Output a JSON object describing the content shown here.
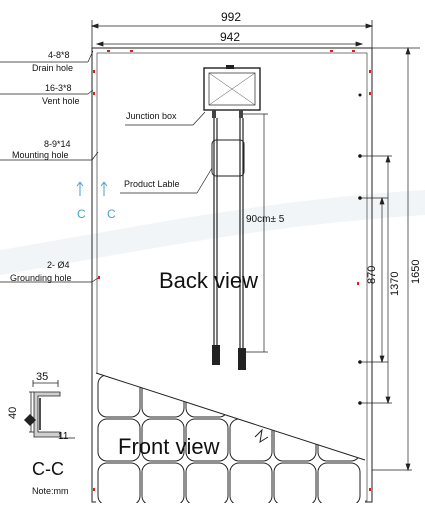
{
  "dims": {
    "overall_width": "992",
    "frame_width": "942",
    "height_total": "1650",
    "height_1370": "1370",
    "height_870": "870",
    "cable_length": "90cm± 5"
  },
  "callouts": {
    "drain_count": "4-8*8",
    "drain_label": "Drain hole",
    "vent_count": "16-3*8",
    "vent_label": "Vent hole",
    "mount_count": "8-9*14",
    "mount_label": "Mounting hole",
    "ground_count": "2- Ø4",
    "ground_label": "Grounding hole",
    "junction_box": "Junction box",
    "product_label": "Product Lable"
  },
  "views": {
    "back": "Back view",
    "front": "Front view"
  },
  "section": {
    "marker_left": "C",
    "marker_right": "C",
    "title": "C-C",
    "note": "Note:mm",
    "dim_top": "35",
    "dim_side": "40",
    "dim_bottom": "11"
  },
  "colors": {
    "line": "#222222",
    "accent_red": "#d42020",
    "marker": "#4aa3c6"
  }
}
